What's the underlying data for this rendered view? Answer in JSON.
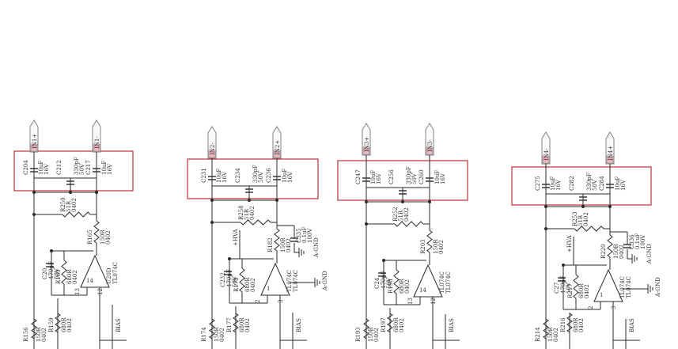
{
  "colors": {
    "wire": "#2a2a2a",
    "highlight_box": "#c0303a",
    "pin_tag_accent": "#f0b9bf",
    "background": "#ffffff"
  },
  "channels": [
    {
      "id": "ch1",
      "pins": [
        "IN1+",
        "IN1-"
      ],
      "input_caps": [
        {
          "ref": "C204",
          "v1": "10uF",
          "v2": "16V"
        },
        {
          "ref": "C212",
          "v1": "330pF",
          "v2": "50V"
        },
        {
          "ref": "C217",
          "v1": "10uF",
          "v2": "16V"
        }
      ],
      "r_input": {
        "ref": "R250",
        "v1": "51R",
        "v2": "0402"
      },
      "r_mid": {
        "ref": "R165",
        "v1": "150R",
        "v2": "0402"
      },
      "fb_cap": {
        "ref": "C20",
        "v1": "470pF",
        "v2": "50V"
      },
      "r_gain": {
        "ref": "R160",
        "v1": "680R",
        "v2": "0402"
      },
      "opamp": {
        "ref": "U20D",
        "part": "TL074C",
        "pin_a": "14",
        "pin_b": "13",
        "pin_c": "12"
      },
      "r_low1": {
        "ref": "R156",
        "v1": "150R",
        "v2": "0402"
      },
      "r_low2": {
        "ref": "R159",
        "v1": "680R",
        "v2": "0402"
      },
      "bias": "BIAS"
    },
    {
      "id": "ch2",
      "pins": [
        "IN2-",
        "IN2+"
      ],
      "input_caps": [
        {
          "ref": "C231",
          "v1": "10uF",
          "v2": "16V"
        },
        {
          "ref": "C234",
          "v1": "330pF",
          "v2": "50V"
        },
        {
          "ref": "C236",
          "v1": "10uF",
          "v2": "16V"
        }
      ],
      "r_input": {
        "ref": "R258",
        "v1": "51R",
        "v2": "0402"
      },
      "r_mid": {
        "ref": "R182",
        "v1": "150R",
        "v2": "0402"
      },
      "hva": "+HVA",
      "dec_cap": {
        "ref": "C335",
        "v1": "0.1uF",
        "v2": "100V"
      },
      "gnd": "A-GND",
      "fb_cap": {
        "ref": "C232",
        "v1": "470pF",
        "v2": "50V"
      },
      "r_gain": {
        "ref": "R178",
        "v1": "680R",
        "v2": "0402"
      },
      "opamp": {
        "ref": "TL074C",
        "part": "TL074C",
        "pin_a": "1",
        "pin_b": "2",
        "pin_c": "3"
      },
      "r_low1": {
        "ref": "R174",
        "v1": "150R",
        "v2": "0402"
      },
      "r_low2": {
        "ref": "R177",
        "v1": "680R",
        "v2": "0402"
      },
      "bias": "BIAS"
    },
    {
      "id": "ch3",
      "pins": [
        "IN3+",
        "IN3-"
      ],
      "input_caps": [
        {
          "ref": "C247",
          "v1": "10uF",
          "v2": "16V"
        },
        {
          "ref": "C256",
          "v1": "330pF",
          "v2": "50V"
        },
        {
          "ref": "C260",
          "v1": "10uF",
          "v2": "16V"
        }
      ],
      "r_input": {
        "ref": "R252",
        "v1": "51R",
        "v2": "0402"
      },
      "r_mid": {
        "ref": "R203",
        "v1": "150R",
        "v2": "0402"
      },
      "fb_cap": {
        "ref": "C24",
        "v1": "470pF",
        "v2": "50V"
      },
      "r_gain": {
        "ref": "R198",
        "v1": "680R",
        "v2": "0402"
      },
      "opamp": {
        "ref": "TL074C",
        "part": "TL074C",
        "pin_a": "14",
        "pin_b": "13",
        "pin_c": "12"
      },
      "r_low1": {
        "ref": "R193",
        "v1": "150R",
        "v2": "0402"
      },
      "r_low2": {
        "ref": "R197",
        "v1": "680R",
        "v2": "0402"
      },
      "bias": "BIAS"
    },
    {
      "id": "ch4",
      "pins": [
        "IN4-",
        "IN4+"
      ],
      "input_caps": [
        {
          "ref": "C275",
          "v1": "10uF",
          "v2": "16V"
        },
        {
          "ref": "C282",
          "v1": "330pF",
          "v2": "50V"
        },
        {
          "ref": "C284",
          "v1": "10uF",
          "v2": "16V"
        }
      ],
      "r_input": {
        "ref": "R253",
        "v1": "51R",
        "v2": "0402"
      },
      "r_mid": {
        "ref": "R220",
        "v1": "150R",
        "v2": "0402"
      },
      "hva": "+HVA",
      "dec_cap": {
        "ref": "C336",
        "v1": "0.1uF",
        "v2": "100V"
      },
      "gnd": "A-GND",
      "fb_cap": {
        "ref": "C27",
        "v1": "470pF",
        "v2": "50V"
      },
      "r_gain": {
        "ref": "R217",
        "v1": "680R",
        "v2": "0402"
      },
      "opamp": {
        "ref": "TL074C",
        "part": "TL074C",
        "pin_a": "1",
        "pin_b": "2",
        "pin_c": "3"
      },
      "r_low1": {
        "ref": "R214",
        "v1": "150R",
        "v2": "0402"
      },
      "r_low2": {
        "ref": "R216",
        "v1": "680R",
        "v2": "0402"
      },
      "bias": "BIAS"
    }
  ]
}
